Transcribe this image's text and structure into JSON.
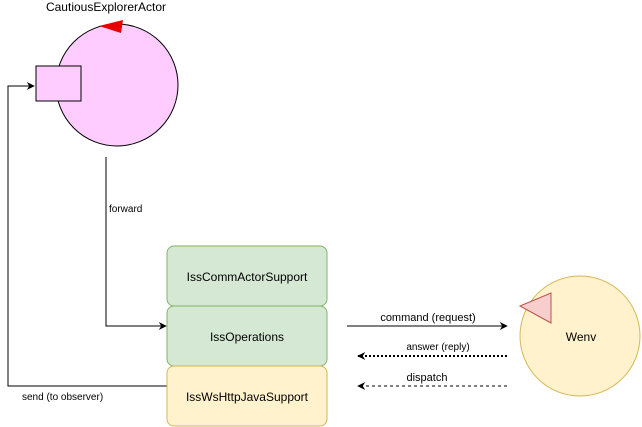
{
  "actor": {
    "name": "CautiousExplorerActor",
    "fill": "#ffccff",
    "port_fill": "#ffccff",
    "marker_color": "#e60000"
  },
  "stack": {
    "comm_support": "IssCommActorSupport",
    "operations": "IssOperations",
    "ws_http_support": "IssWsHttpJavaSupport",
    "green_fill": "#d5e8d4",
    "green_stroke": "#82b366",
    "yellow_fill": "#fff2cc",
    "yellow_stroke": "#d6b656"
  },
  "wenv": {
    "name": "Wenv",
    "fill": "#fff2cc",
    "stroke": "#d6b656",
    "marker_fill": "#f8cecc",
    "marker_stroke": "#b85450"
  },
  "edges": {
    "forward": "forward",
    "command": "command (request)",
    "answer": "answer (reply)",
    "dispatch": "dispatch",
    "send": "send (to observer)"
  }
}
